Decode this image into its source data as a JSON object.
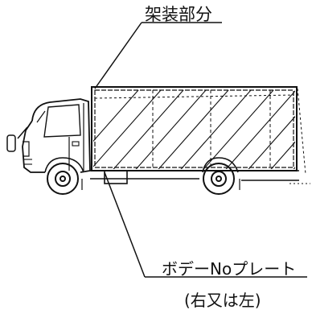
{
  "labels": {
    "body_section": "架装部分",
    "body_number_plate": "ボデーNoプレート",
    "plate_side_note": "(右又は左)"
  },
  "colors": {
    "line": "#111111",
    "background": "#ffffff"
  }
}
